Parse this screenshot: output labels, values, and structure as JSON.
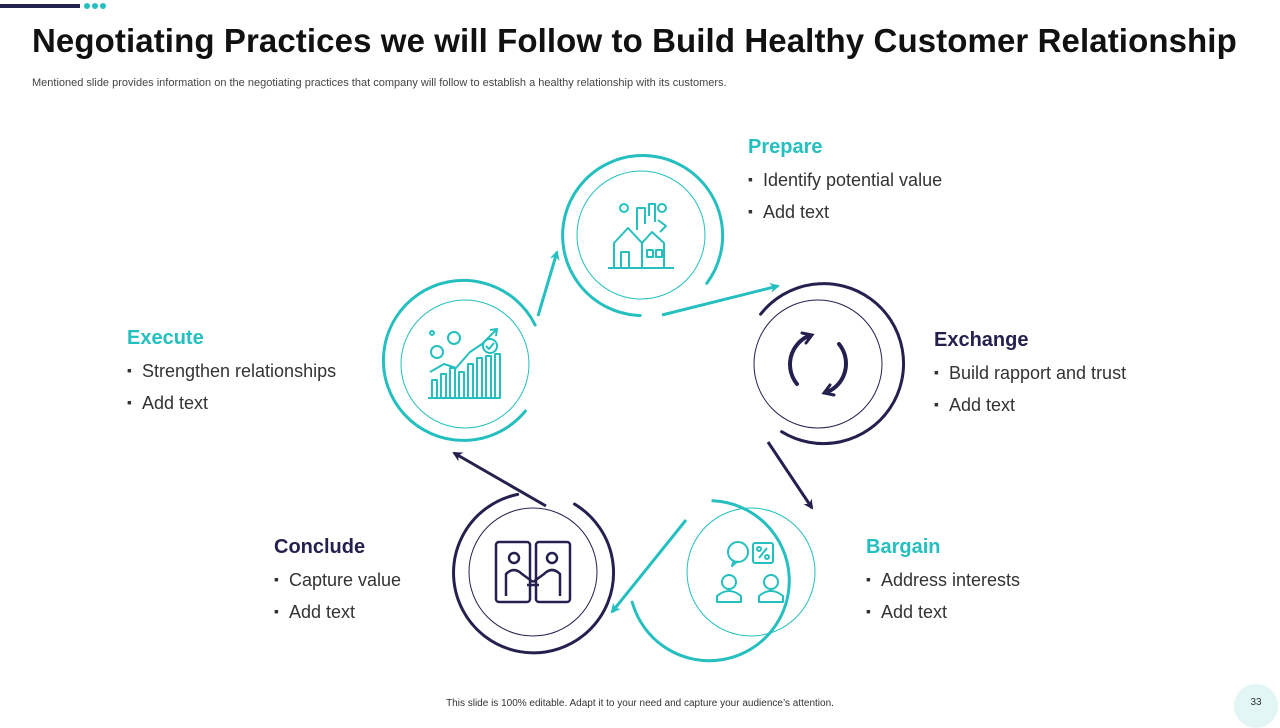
{
  "slide": {
    "title": "Negotiating Practices we will Follow to Build Healthy Customer Relationship",
    "subtitle": "Mentioned slide provides information on the negotiating practices that company will follow to establish a healthy relationship with its customers.",
    "footer": "This slide is 100% editable.  Adapt it to your need and capture your audience’s attention.",
    "page_number": "33"
  },
  "colors": {
    "teal": "#25bfbf",
    "navy": "#24214f"
  },
  "steps": [
    {
      "heading": "Prepare",
      "icon": "factory-icon",
      "color": "teal",
      "bullets": [
        "Identify potential value",
        "Add text"
      ]
    },
    {
      "heading": "Exchange",
      "icon": "refresh-cycle-icon",
      "color": "navy",
      "bullets": [
        "Build rapport and trust",
        "Add text"
      ]
    },
    {
      "heading": "Bargain",
      "icon": "negotiation-people-icon",
      "color": "teal",
      "bullets": [
        "Address interests",
        "Add text"
      ]
    },
    {
      "heading": "Conclude",
      "icon": "handshake-icon",
      "color": "navy",
      "bullets": [
        "Capture value",
        "Add text"
      ]
    },
    {
      "heading": "Execute",
      "icon": "growth-chart-icon",
      "color": "teal",
      "bullets": [
        "Strengthen relationships",
        "Add text"
      ]
    }
  ]
}
